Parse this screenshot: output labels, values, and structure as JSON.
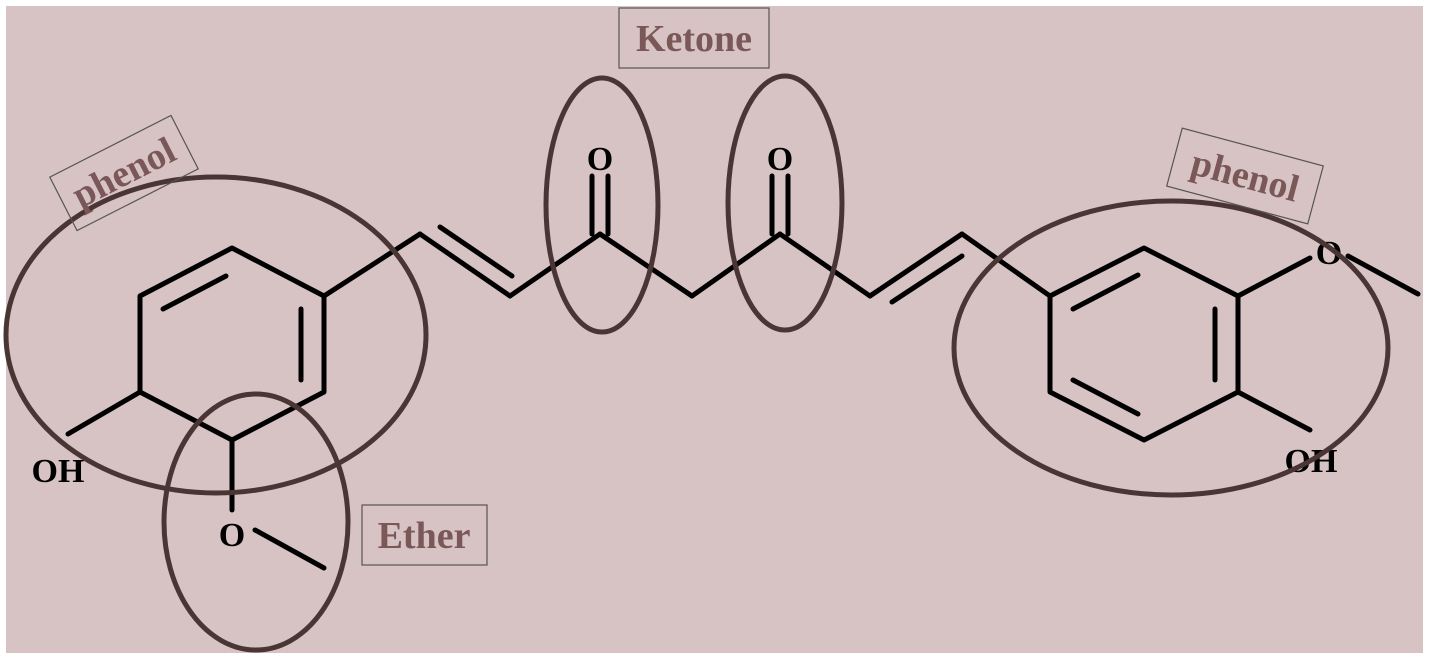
{
  "colors": {
    "background": "#d8c3c4",
    "page": "#ffffff",
    "bond": "#000000",
    "highlight": "#4a3535",
    "label": "#7a5858"
  },
  "labels": {
    "ketone": "Ketone",
    "phenol_left": "phenol",
    "phenol_right": "phenol",
    "ether": "Ether"
  },
  "atoms": {
    "ketone_oxygen_left": "O",
    "ketone_oxygen_right": "O",
    "hydroxyl_left": "OH",
    "ether_oxygen_left": "O",
    "ether_oxygen_right": "O",
    "hydroxyl_right": "OH"
  }
}
